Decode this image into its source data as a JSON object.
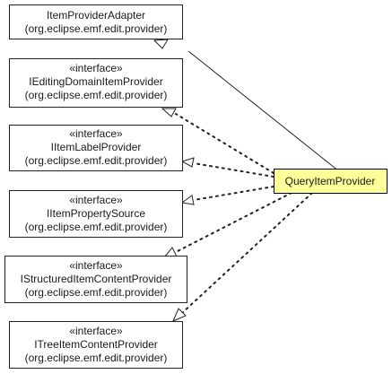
{
  "main_class": {
    "name": "QueryItemProvider",
    "fill": "#ffff99"
  },
  "parents": [
    {
      "stereotype": "",
      "name": "ItemProviderAdapter",
      "package": "(org.eclipse.emf.edit.provider)",
      "relation": "extends"
    },
    {
      "stereotype": "«interface»",
      "name": "IEditingDomainItemProvider",
      "package": "(org.eclipse.emf.edit.provider)",
      "relation": "implements"
    },
    {
      "stereotype": "«interface»",
      "name": "IItemLabelProvider",
      "package": "(org.eclipse.emf.edit.provider)",
      "relation": "implements"
    },
    {
      "stereotype": "«interface»",
      "name": "IItemPropertySource",
      "package": "(org.eclipse.emf.edit.provider)",
      "relation": "implements"
    },
    {
      "stereotype": "«interface»",
      "name": "IStructuredItemContentProvider",
      "package": "(org.eclipse.emf.edit.provider)",
      "relation": "implements"
    },
    {
      "stereotype": "«interface»",
      "name": "ITreeItemContentProvider",
      "package": "(org.eclipse.emf.edit.provider)",
      "relation": "implements"
    }
  ]
}
